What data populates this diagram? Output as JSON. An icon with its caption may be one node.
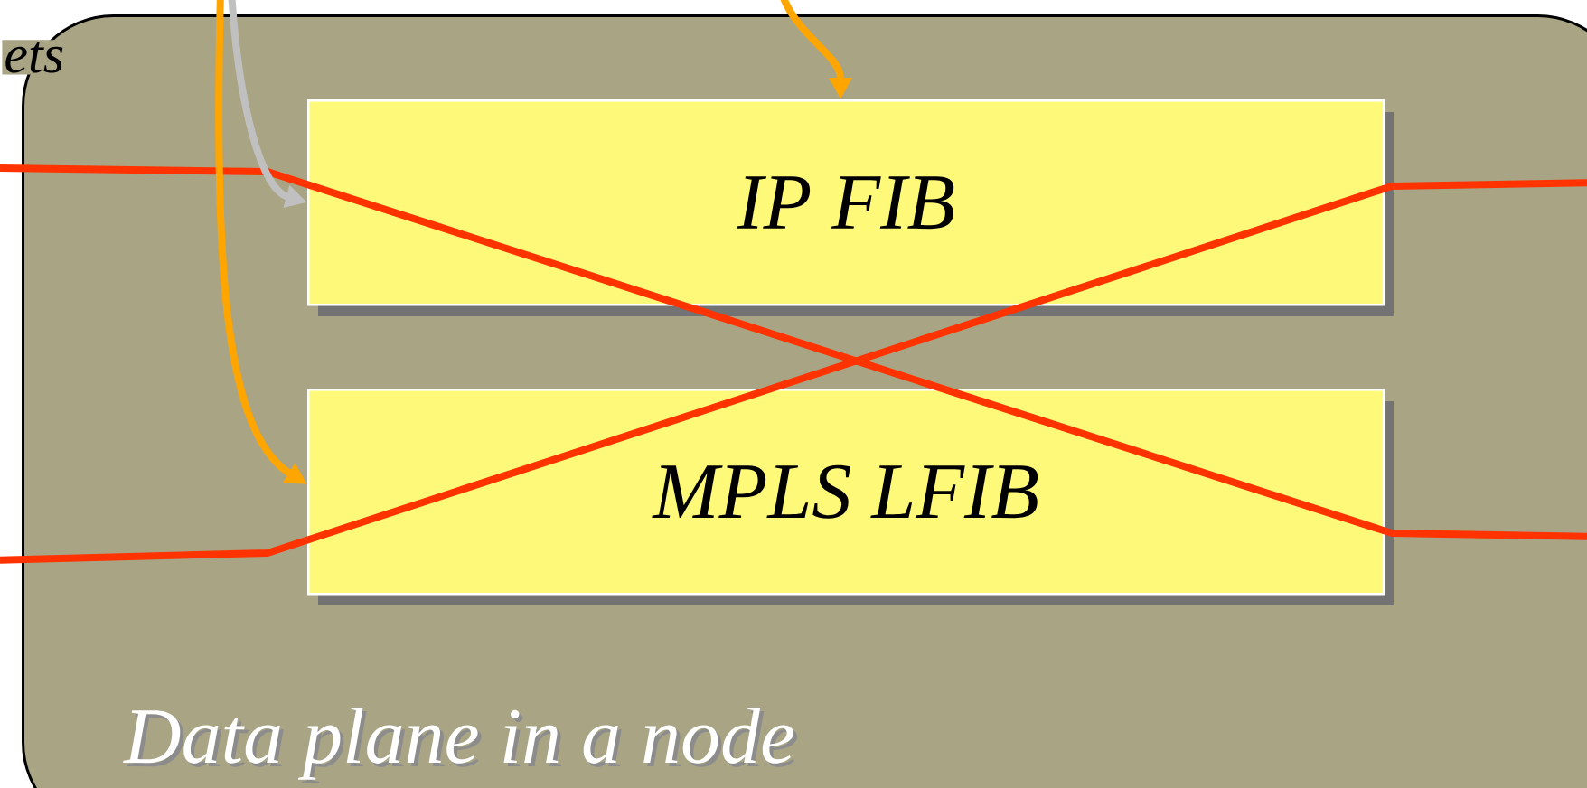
{
  "diagram": {
    "nodes": [
      {
        "text": [
          "Data plane in a node"
        ]
      },
      {
        "text": [
          "IP FIB"
        ],
        "in": 0
      },
      {
        "text": [
          "MPLS LFIB"
        ],
        "in": 0
      }
    ],
    "edges": [
      {
        "from": null,
        "to": 1,
        "arrow": "to",
        "color": "#ffa500"
      },
      {
        "from": null,
        "to": 2,
        "arrow": "to",
        "color": "#ffa500"
      },
      {
        "from": null,
        "to": 1,
        "arrow": "to",
        "color": "#c0c0c0"
      }
    ],
    "labels": [
      "ets"
    ]
  }
}
